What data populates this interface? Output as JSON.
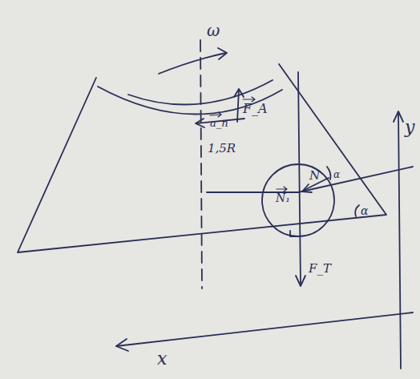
{
  "diagram": {
    "labels": [
      "ω",
      "F_A",
      "a_n",
      "1,5R",
      "N₁",
      "N",
      "α",
      "α",
      "F_T",
      "y",
      "x"
    ]
  }
}
